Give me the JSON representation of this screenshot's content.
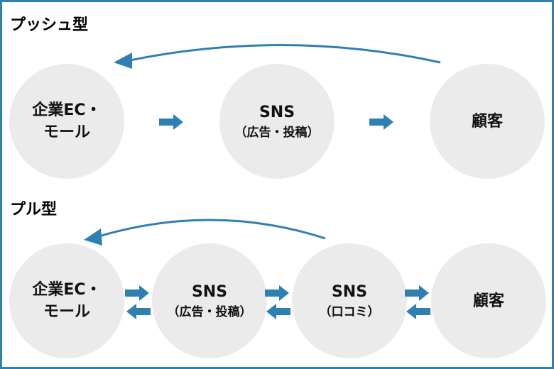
{
  "push": {
    "title": "プッシュ型",
    "nodes": [
      {
        "line1": "企業EC・",
        "line2": "モール"
      },
      {
        "line1": "SNS",
        "line2": "（広告・投稿）"
      },
      {
        "line1": "顧客",
        "line2": ""
      }
    ]
  },
  "pull": {
    "title": "プル型",
    "nodes": [
      {
        "line1": "企業EC・",
        "line2": "モール"
      },
      {
        "line1": "SNS",
        "line2": "（広告・投稿）"
      },
      {
        "line1": "SNS",
        "line2": "（口コミ）"
      },
      {
        "line1": "顧客",
        "line2": ""
      }
    ]
  },
  "colors": {
    "border": "#2e7fb2",
    "arrow": "#2e7fb2",
    "circle": "#ebebeb"
  }
}
